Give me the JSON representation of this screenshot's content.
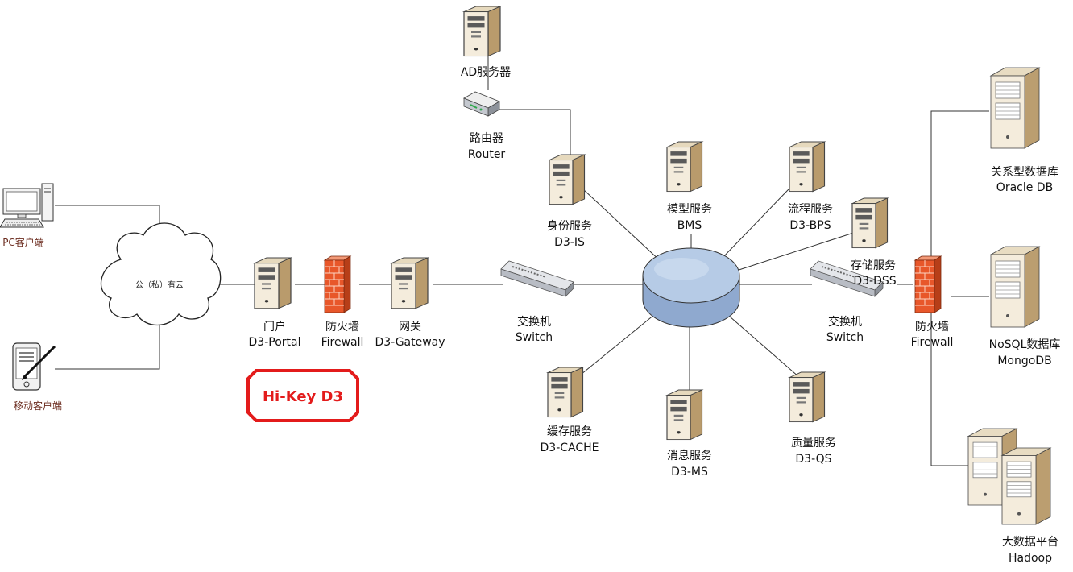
{
  "colors": {
    "server_front": "#f3ead8",
    "server_side": "#c9ad82",
    "server_dark": "#555555",
    "hub": "#b6cbe6",
    "firewall": "#e8572a",
    "badge": "#e31b1b"
  },
  "icons": {
    "pc": "desktop-computer-icon",
    "mobile": "mobile-device-icon",
    "cloud": "cloud-icon",
    "server": "server-icon",
    "firewall": "firewall-icon",
    "switch": "network-switch-icon",
    "router": "router-icon",
    "hub": "central-hub-icon"
  },
  "diagram": {
    "pc_client": "PC客户端",
    "mobile_client": "移动客户端",
    "cloud": "公（私）有云",
    "portal": {
      "cn": "门户",
      "en": "D3-Portal"
    },
    "firewall_left": {
      "cn": "防火墙",
      "en": "Firewall"
    },
    "gateway": {
      "cn": "网关",
      "en": "D3-Gateway"
    },
    "switch_left": {
      "cn": "交换机",
      "en": "Switch"
    },
    "ad_server": {
      "cn": "AD服务器"
    },
    "router": {
      "cn": "路由器",
      "en": "Router"
    },
    "identity": {
      "cn": "身份服务",
      "en": "D3-IS"
    },
    "model": {
      "cn": "模型服务",
      "en": "BMS"
    },
    "process": {
      "cn": "流程服务",
      "en": "D3-BPS"
    },
    "storage": {
      "cn": "存储服务",
      "en": "D3-DSS"
    },
    "cache": {
      "cn": "缓存服务",
      "en": "D3-CACHE"
    },
    "message": {
      "cn": "消息服务",
      "en": "D3-MS"
    },
    "quality": {
      "cn": "质量服务",
      "en": "D3-QS"
    },
    "switch_right": {
      "cn": "交换机",
      "en": "Switch"
    },
    "firewall_right": {
      "cn": "防火墙",
      "en": "Firewall"
    },
    "oracle": {
      "cn": "关系型数据库",
      "en": "Oracle DB"
    },
    "mongo": {
      "cn": "NoSQL数据库",
      "en": "MongoDB"
    },
    "hadoop": {
      "cn": "大数据平台",
      "en": "Hadoop"
    },
    "badge": "Hi-Key D3"
  }
}
